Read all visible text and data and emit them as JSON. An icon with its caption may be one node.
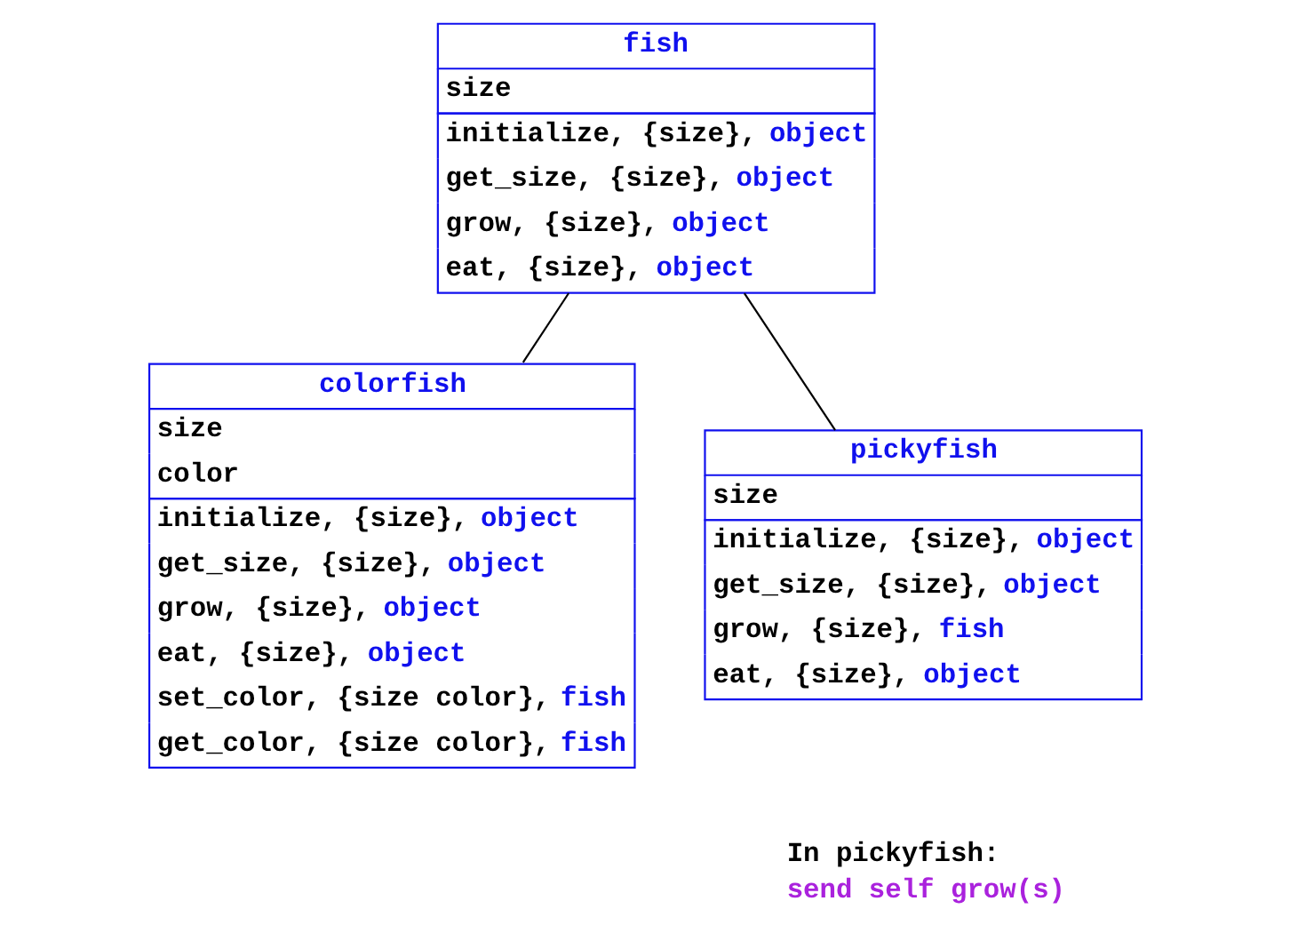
{
  "diagram": {
    "nodes": [
      {
        "text": [
          "fish",
          "size",
          "initialize, {size}, object",
          "get_size, {size}, object",
          "grow, {size}, object",
          "eat, {size}, object"
        ]
      },
      {
        "text": [
          "colorfish",
          "size",
          "color",
          "initialize, {size}, object",
          "get_size, {size}, object",
          "grow, {size}, object",
          "eat, {size}, object",
          "set_color, {size color}, fish",
          "get_color, {size color}, fish"
        ]
      },
      {
        "text": [
          "pickyfish",
          "size",
          "initialize, {size}, object",
          "get_size, {size}, object",
          "grow, {size}, fish",
          "eat, {size}, object"
        ]
      }
    ],
    "edges": [
      {
        "from": 0,
        "to": 1,
        "arrow": "none"
      },
      {
        "from": 0,
        "to": 2,
        "arrow": "none"
      }
    ],
    "labels": [
      "In pickyfish:",
      "send self grow(s)"
    ]
  }
}
